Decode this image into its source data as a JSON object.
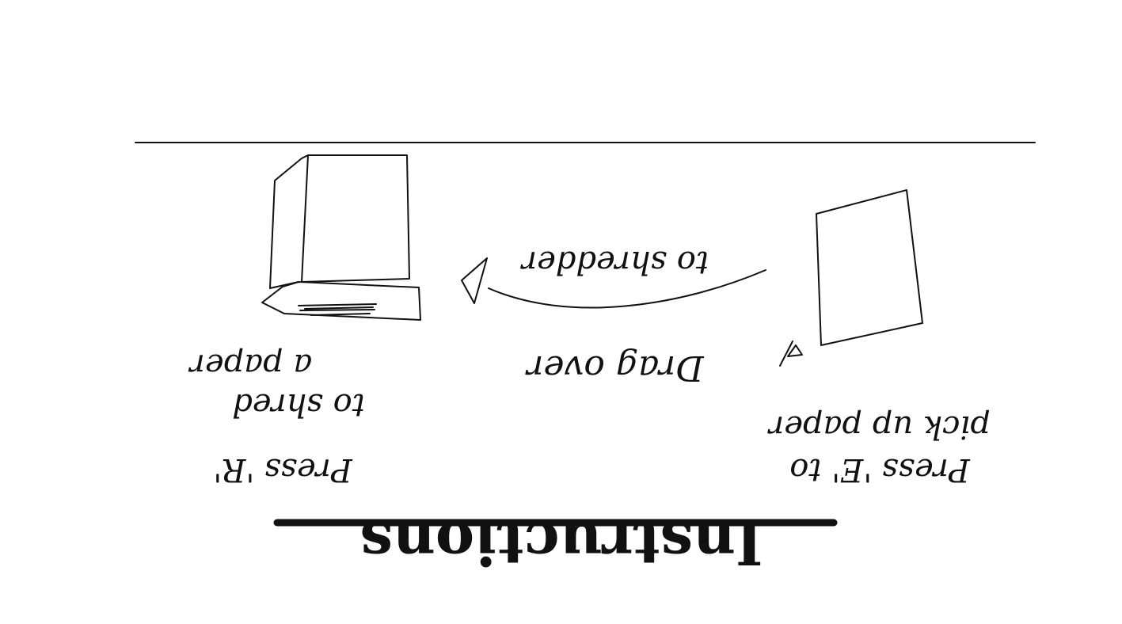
{
  "title": "Instructions",
  "steps": [
    {
      "lines": [
        "Press 'E' to",
        "pick up paper"
      ]
    },
    {
      "lines": [
        "Drag over",
        "to shredder"
      ]
    },
    {
      "lines": [
        "Press 'R'",
        "to shred",
        "a paper"
      ]
    }
  ],
  "colors": {
    "ink": "#111111",
    "background": "#ffffff"
  },
  "orientation": "rotated 180 degrees",
  "icons": [
    "paper-icon",
    "arrow-icon",
    "shredder-icon"
  ]
}
